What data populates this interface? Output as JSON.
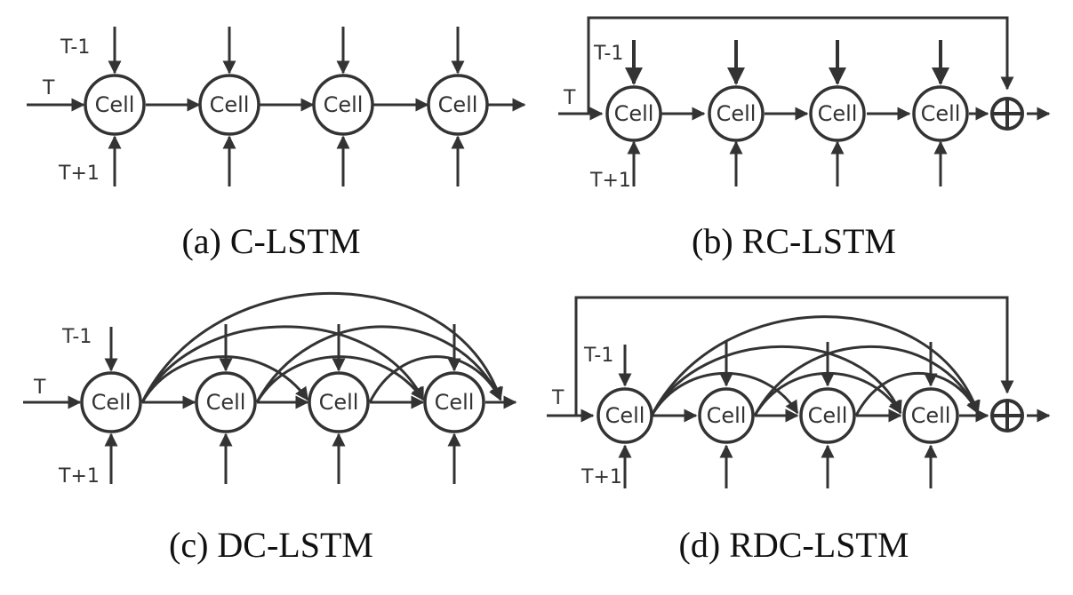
{
  "figure": {
    "stroke_color": "#333333",
    "panels": [
      {
        "id": "a",
        "caption": "(a) C-LSTM",
        "cell_label": "Cell",
        "input_label": "T",
        "prev_label": "T-1",
        "next_label": "T+1",
        "cell_count": 4,
        "residual": false,
        "dense": false
      },
      {
        "id": "b",
        "caption": "(b) RC-LSTM",
        "cell_label": "Cell",
        "input_label": "T",
        "prev_label": "T-1",
        "next_label": "T+1",
        "cell_count": 4,
        "residual": true,
        "dense": false,
        "sum_symbol": "plus-circle"
      },
      {
        "id": "c",
        "caption": "(c) DC-LSTM",
        "cell_label": "Cell",
        "input_label": "T",
        "prev_label": "T-1",
        "next_label": "T+1",
        "cell_count": 4,
        "residual": false,
        "dense": true
      },
      {
        "id": "d",
        "caption": "(d) RDC-LSTM",
        "cell_label": "Cell",
        "input_label": "T",
        "prev_label": "T-1",
        "next_label": "T+1",
        "cell_count": 4,
        "residual": true,
        "dense": true,
        "sum_symbol": "plus-circle"
      }
    ]
  }
}
